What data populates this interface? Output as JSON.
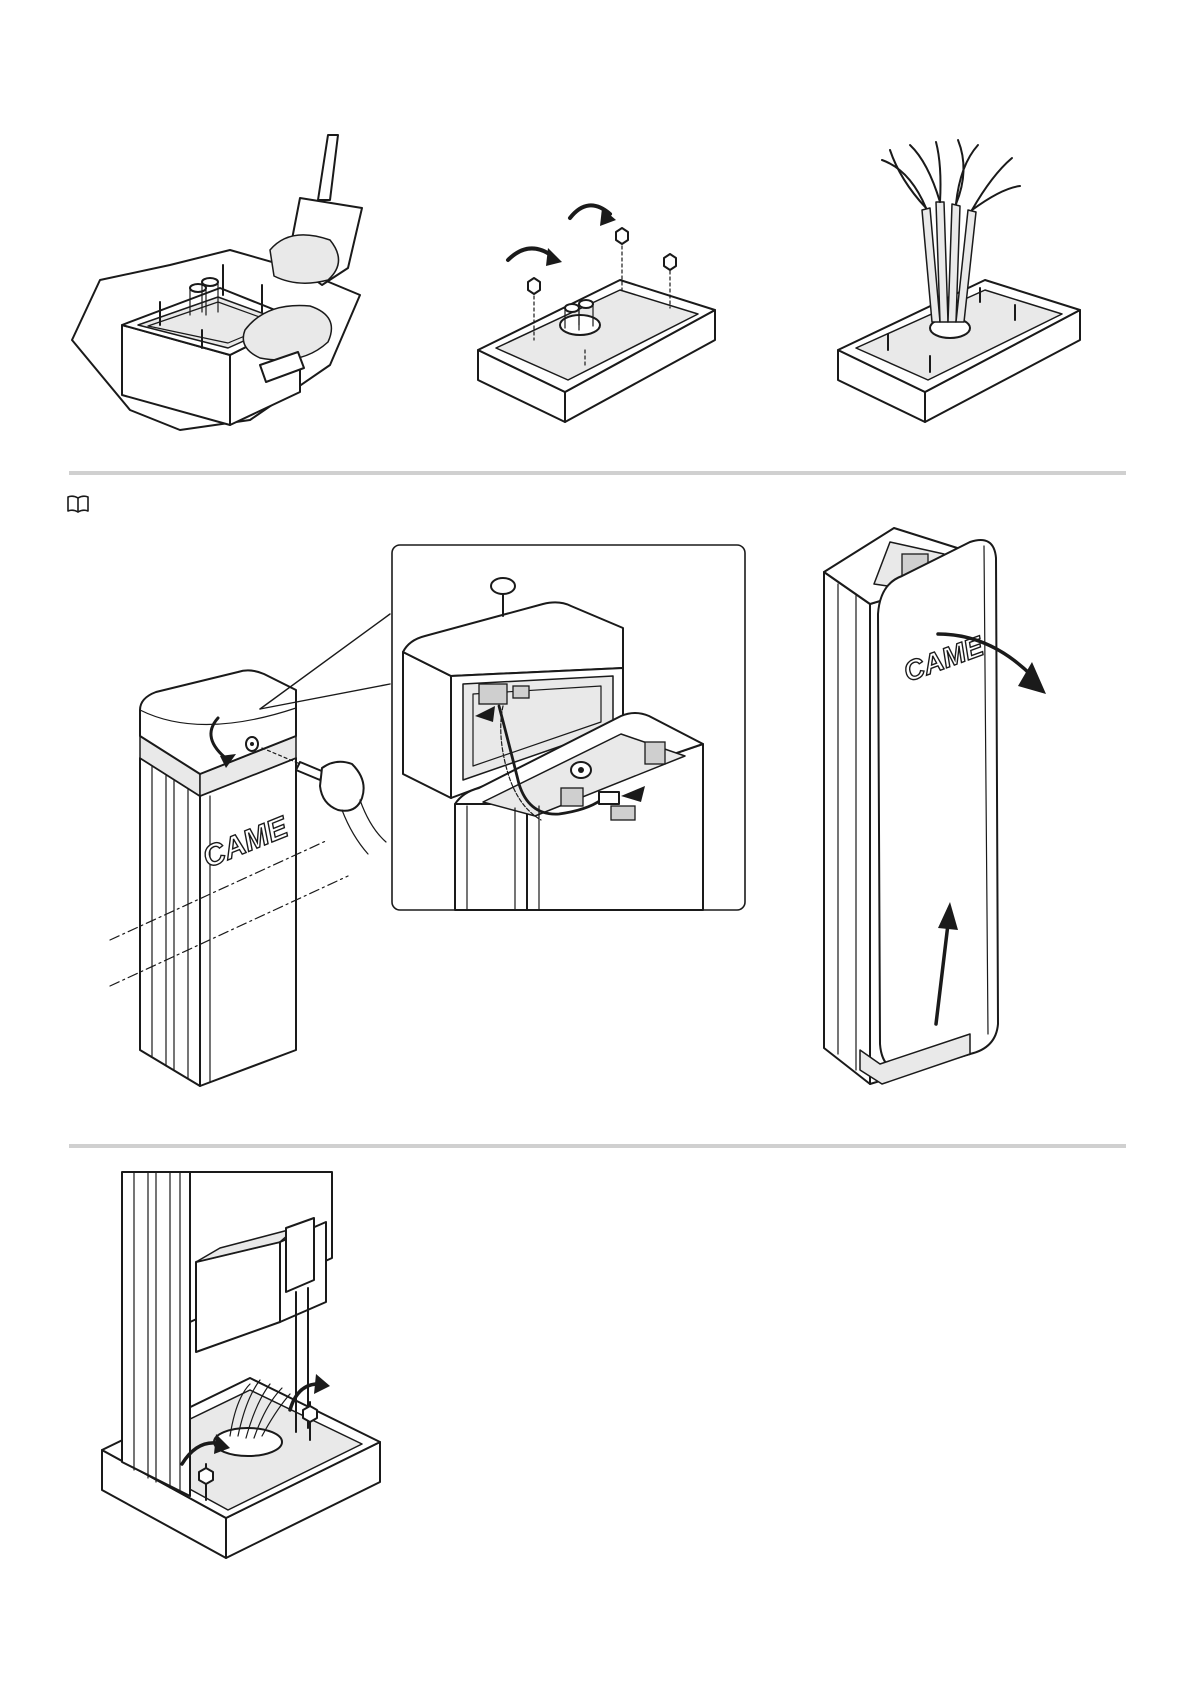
{
  "branding": {
    "logo_text": "CAME"
  },
  "panels": [
    {
      "name": "foundation-anchoring"
    },
    {
      "name": "anchor-plate-nuts-removal"
    },
    {
      "name": "cables-through-plate"
    },
    {
      "name": "cover-removal-and-wiring"
    },
    {
      "name": "casing-panel-removal"
    },
    {
      "name": "cabinet-fixing-to-plate"
    }
  ],
  "icons": {
    "manual": "book-icon"
  },
  "colors": {
    "line": "#1a1a1a",
    "divider": "#d0d0d0",
    "background": "#ffffff"
  }
}
